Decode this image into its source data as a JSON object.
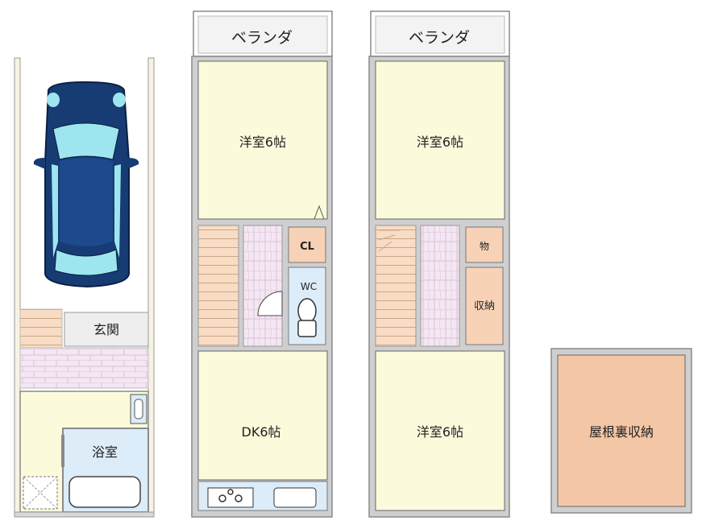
{
  "floor1": {
    "entrance_label": "玄関",
    "bath_label": "浴室"
  },
  "floor2": {
    "balcony_label": "ベランダ",
    "room_label": "洋室6帖",
    "closet_label": "CL",
    "wc_label": "WC",
    "dk_label": "DK6帖"
  },
  "floor3": {
    "balcony_label": "ベランダ",
    "room_top_label": "洋室6帖",
    "storage_small_label": "物",
    "storage_label": "収納",
    "room_bottom_label": "洋室6帖"
  },
  "attic": {
    "label": "屋根裏収納"
  },
  "colors": {
    "wall": "#8a8a8a",
    "room_yellow": "#fbfbdc",
    "corridor_pink": "#f4e6f3",
    "storage_orange": "#f7d2b6",
    "wet_blue": "#dcecf8",
    "stair_tan": "#f8dcc3",
    "car_navy": "#173b73",
    "car_glass": "#9ee6ef",
    "attic_fill": "#f3c7a6"
  }
}
